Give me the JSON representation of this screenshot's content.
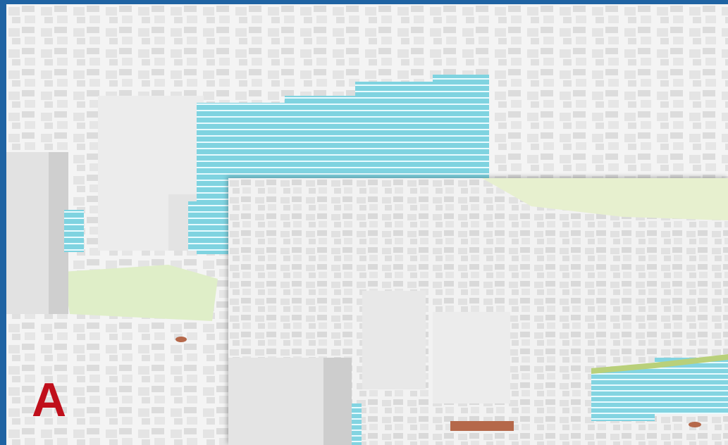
{
  "figure": {
    "panels": [
      {
        "id": "a",
        "label": "A"
      },
      {
        "id": "b",
        "label": ""
      }
    ]
  },
  "colors": {
    "border": "#1f63a3",
    "label": "#c00f1b",
    "building": "#e9e9e9",
    "building_shadow": "#cfcfcf",
    "glass": "#7fd3e0",
    "glass_line": "#e8fbff",
    "park": "#dfeec8",
    "roof_brown": "#b5684a"
  }
}
